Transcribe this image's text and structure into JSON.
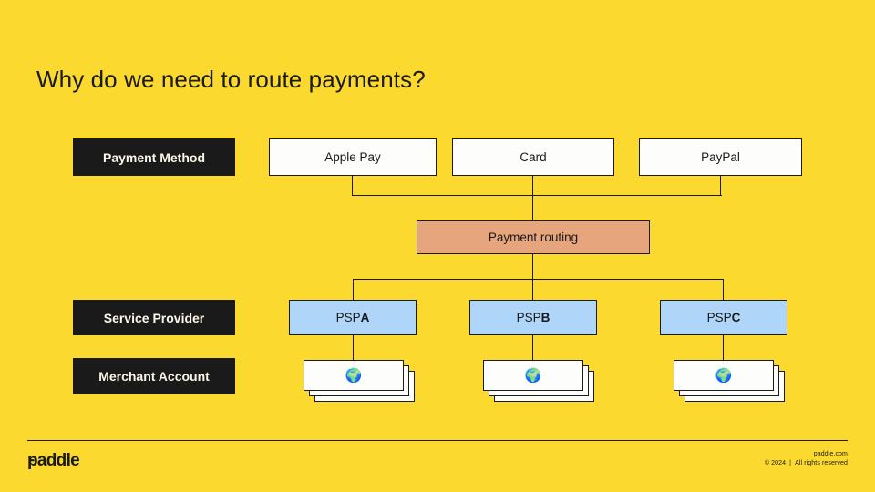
{
  "slide": {
    "background_color": "#FCD92F",
    "title": "Why do we need to route payments?"
  },
  "row_labels": [
    {
      "id": "payment-method",
      "label": "Payment Method",
      "bg": "#1A1A1A",
      "fg": "#FAF6E8"
    },
    {
      "id": "service-provider",
      "label": "Service Provider",
      "bg": "#1A1A1A",
      "fg": "#FAF6E8"
    },
    {
      "id": "merchant-account",
      "label": "Merchant Account",
      "bg": "#1A1A1A",
      "fg": "#FAF6E8"
    }
  ],
  "payment_methods": [
    {
      "id": "apple-pay",
      "label": "Apple Pay",
      "bg": "#FDFDFB"
    },
    {
      "id": "card",
      "label": "Card",
      "bg": "#FDFDFB"
    },
    {
      "id": "paypal",
      "label": "PayPal",
      "bg": "#FDFDFB"
    }
  ],
  "router": {
    "label": "Payment routing",
    "bg": "#E6A57D"
  },
  "service_providers": [
    {
      "id": "psp-a",
      "prefix": "PSP ",
      "letter": "A",
      "bg": "#AFD5F8"
    },
    {
      "id": "psp-b",
      "prefix": "PSP ",
      "letter": "B",
      "bg": "#AFD5F8"
    },
    {
      "id": "psp-c",
      "prefix": "PSP ",
      "letter": "C",
      "bg": "#AFD5F8"
    }
  ],
  "merchant_accounts": [
    {
      "id": "merchant-a",
      "icon": "globe-icon",
      "glyph": "🌍"
    },
    {
      "id": "merchant-b",
      "icon": "globe-icon",
      "glyph": "🌍"
    },
    {
      "id": "merchant-c",
      "icon": "globe-icon",
      "glyph": "🌍"
    }
  ],
  "footer": {
    "logo_text": "paddle",
    "site": "paddle.com",
    "copyright": "© 2024",
    "separator": "|",
    "rights": "All rights reserved"
  }
}
